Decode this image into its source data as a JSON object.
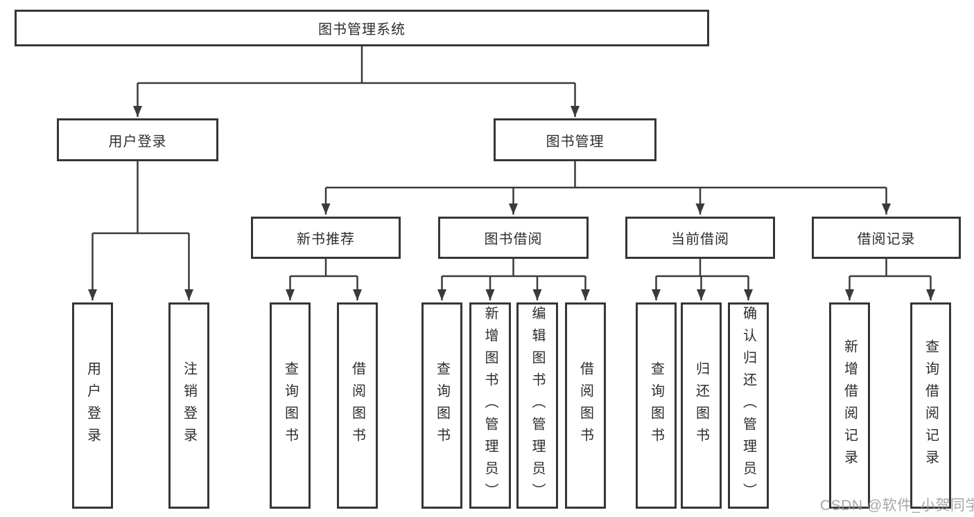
{
  "diagram": {
    "root": {
      "label": "图书管理系统"
    },
    "children": [
      {
        "label": "用户登录",
        "children": [
          {
            "label": "用户登录"
          },
          {
            "label": "注销登录"
          }
        ]
      },
      {
        "label": "图书管理",
        "children": [
          {
            "label": "新书推荐",
            "children": [
              {
                "label": "查询图书"
              },
              {
                "label": "借阅图书"
              }
            ]
          },
          {
            "label": "图书借阅",
            "children": [
              {
                "label": "查询图书"
              },
              {
                "label": "新增图书（管理员）"
              },
              {
                "label": "编辑图书（管理员）"
              },
              {
                "label": "借阅图书"
              }
            ]
          },
          {
            "label": "当前借阅",
            "children": [
              {
                "label": "查询图书"
              },
              {
                "label": "归还图书"
              },
              {
                "label": "确认归还（管理员）"
              }
            ]
          },
          {
            "label": "借阅记录",
            "children": [
              {
                "label": "新增借阅记录"
              },
              {
                "label": "查询借阅记录"
              }
            ]
          }
        ]
      }
    ]
  },
  "watermark": {
    "text": "CSDN @软件_小贺同学"
  },
  "colors": {
    "line": "#3a3a3a",
    "border": "#363636",
    "text": "#2d2d2d",
    "watermark": "#969696"
  }
}
